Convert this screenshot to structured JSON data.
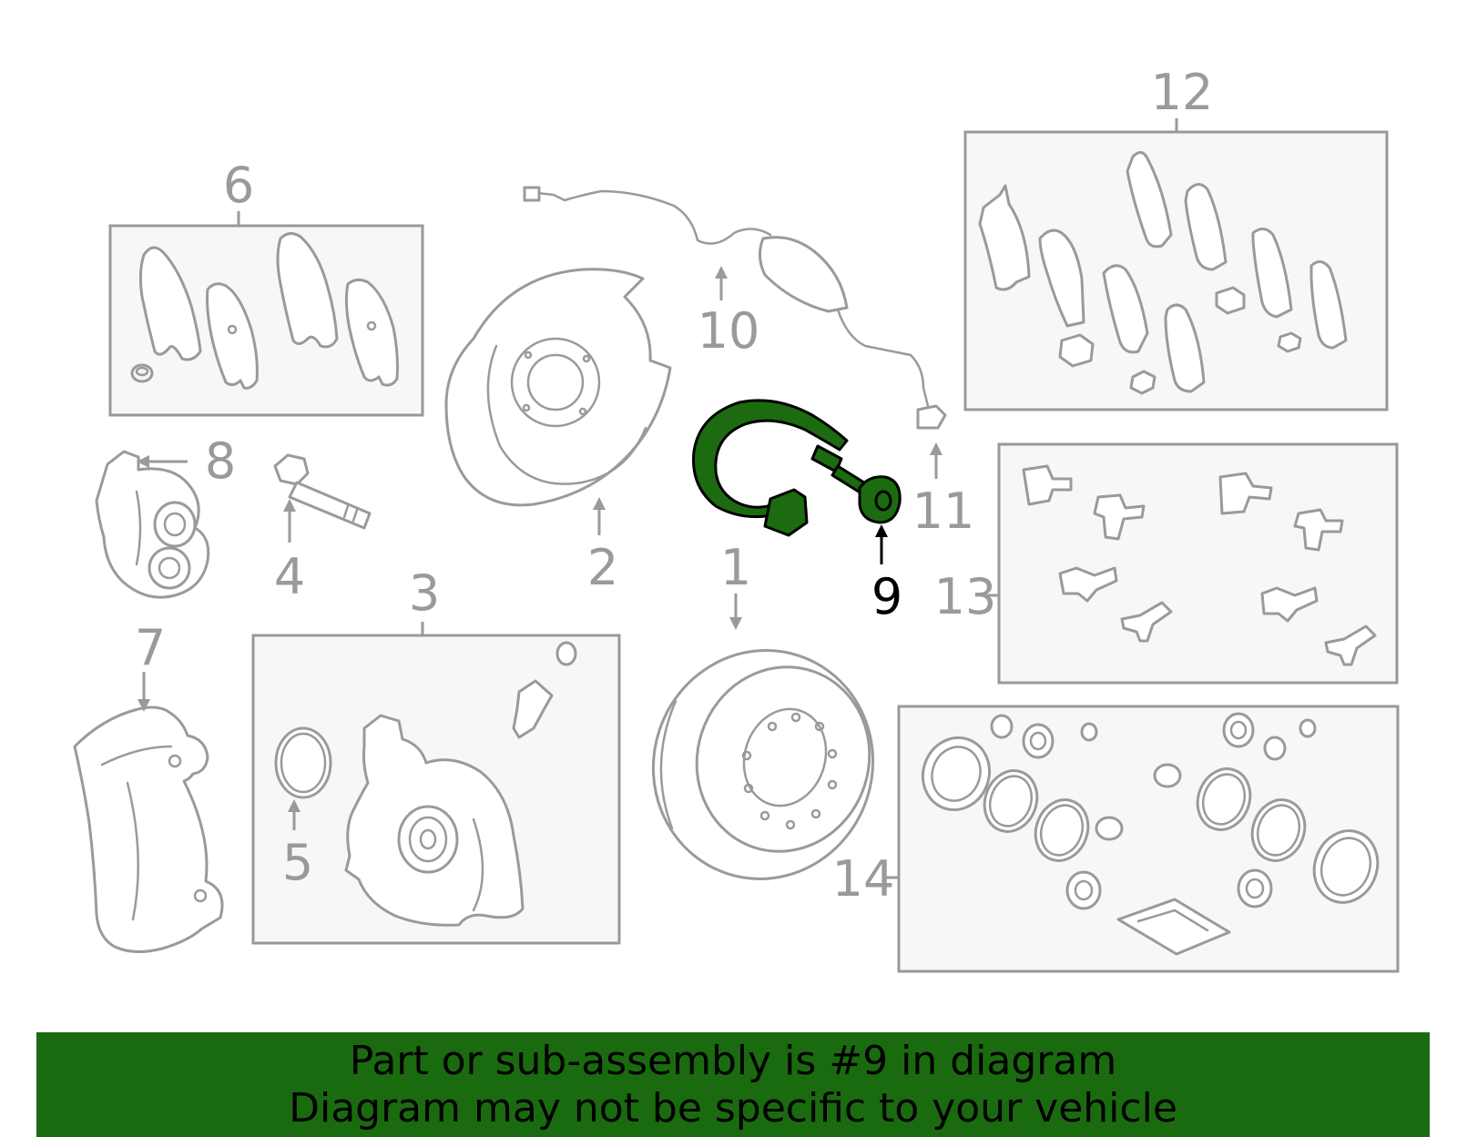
{
  "callouts": {
    "c1": "1",
    "c2": "2",
    "c3": "3",
    "c4": "4",
    "c5": "5",
    "c6": "6",
    "c7": "7",
    "c8": "8",
    "c9": "9",
    "c10": "10",
    "c11": "11",
    "c12": "12",
    "c13": "13",
    "c14": "14"
  },
  "highlight_part": "9",
  "colors": {
    "highlight": "#1d6b10",
    "banner": "#1a6b0f",
    "line_art": "#9a9a9a"
  },
  "banner": {
    "line1": "Part or sub-assembly is #9 in diagram",
    "line2": "Diagram may not be specific to your vehicle"
  }
}
